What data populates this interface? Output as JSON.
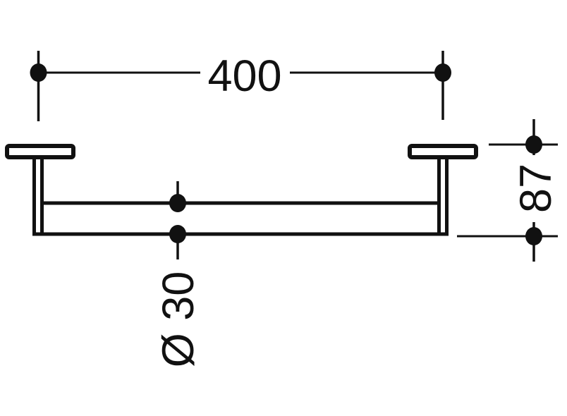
{
  "page": {
    "background_color": "#ffffff",
    "line_color": "#111111"
  },
  "dimensions": {
    "width": {
      "label": "400"
    },
    "height": {
      "label": "87"
    },
    "diameter": {
      "label": "Ø 30"
    }
  }
}
